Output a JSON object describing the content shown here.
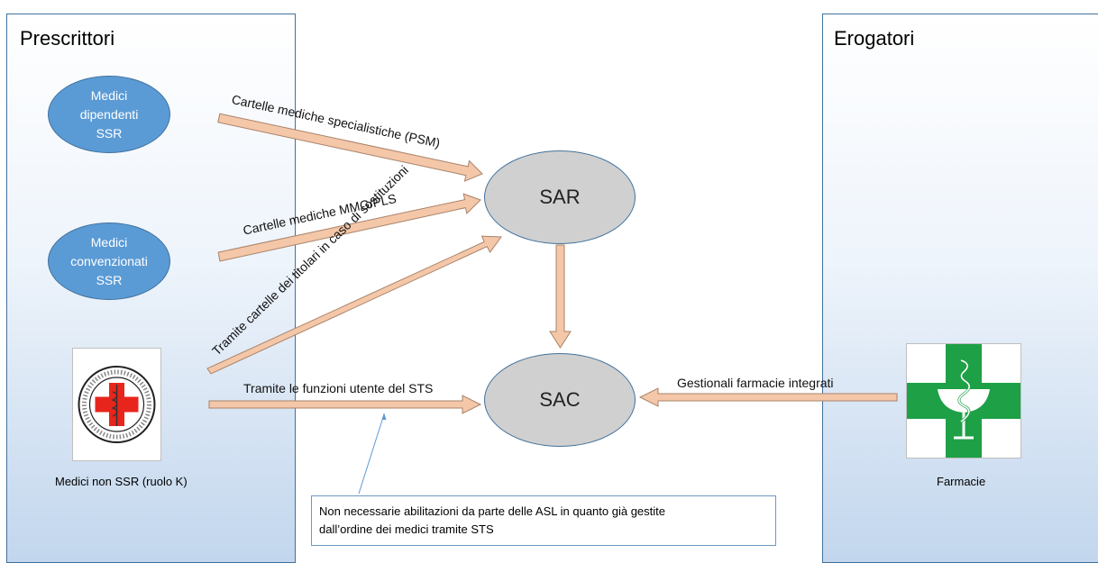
{
  "panels": {
    "left_title": "Prescrittori",
    "right_title": "Erogatori"
  },
  "nodes": {
    "medici_dipendenti": [
      "Medici",
      "dipendenti",
      "SSR"
    ],
    "medici_convenzionati": [
      "Medici",
      "convenzionati",
      "SSR"
    ],
    "sar": "SAR",
    "sac": "SAC"
  },
  "captions": {
    "ordine_medici": "Medici non SSR (ruolo K)",
    "farmacie": "Farmacie"
  },
  "arrow_labels": {
    "psm": "Cartelle mediche specialistiche (PSM)",
    "mmg": "Cartelle mediche MMG/PLS",
    "sostituzioni": "Tramite cartelle dei titolari in caso di sostituzioni",
    "sts": "Tramite le funzioni utente del STS",
    "farmacie": "Gestionali farmacie integrati"
  },
  "note": {
    "line1": "Non necessarie abilitazioni da parte delle ASL in quanto già gestite",
    "line2": "dall’ordine dei medici tramite STS"
  },
  "colors": {
    "panel_border": "#41719c",
    "blue_node": "#5b9bd5",
    "gray_node": "#d0d0d0",
    "arrow_fill": "#f4c7a8",
    "arrow_stroke": "#a8836a",
    "red_cross": "#e8251c",
    "green_cross": "#1ea046"
  },
  "icons": {
    "ordine_logo": "medical-order-seal-icon",
    "farmacia_logo": "pharmacy-cross-icon"
  }
}
